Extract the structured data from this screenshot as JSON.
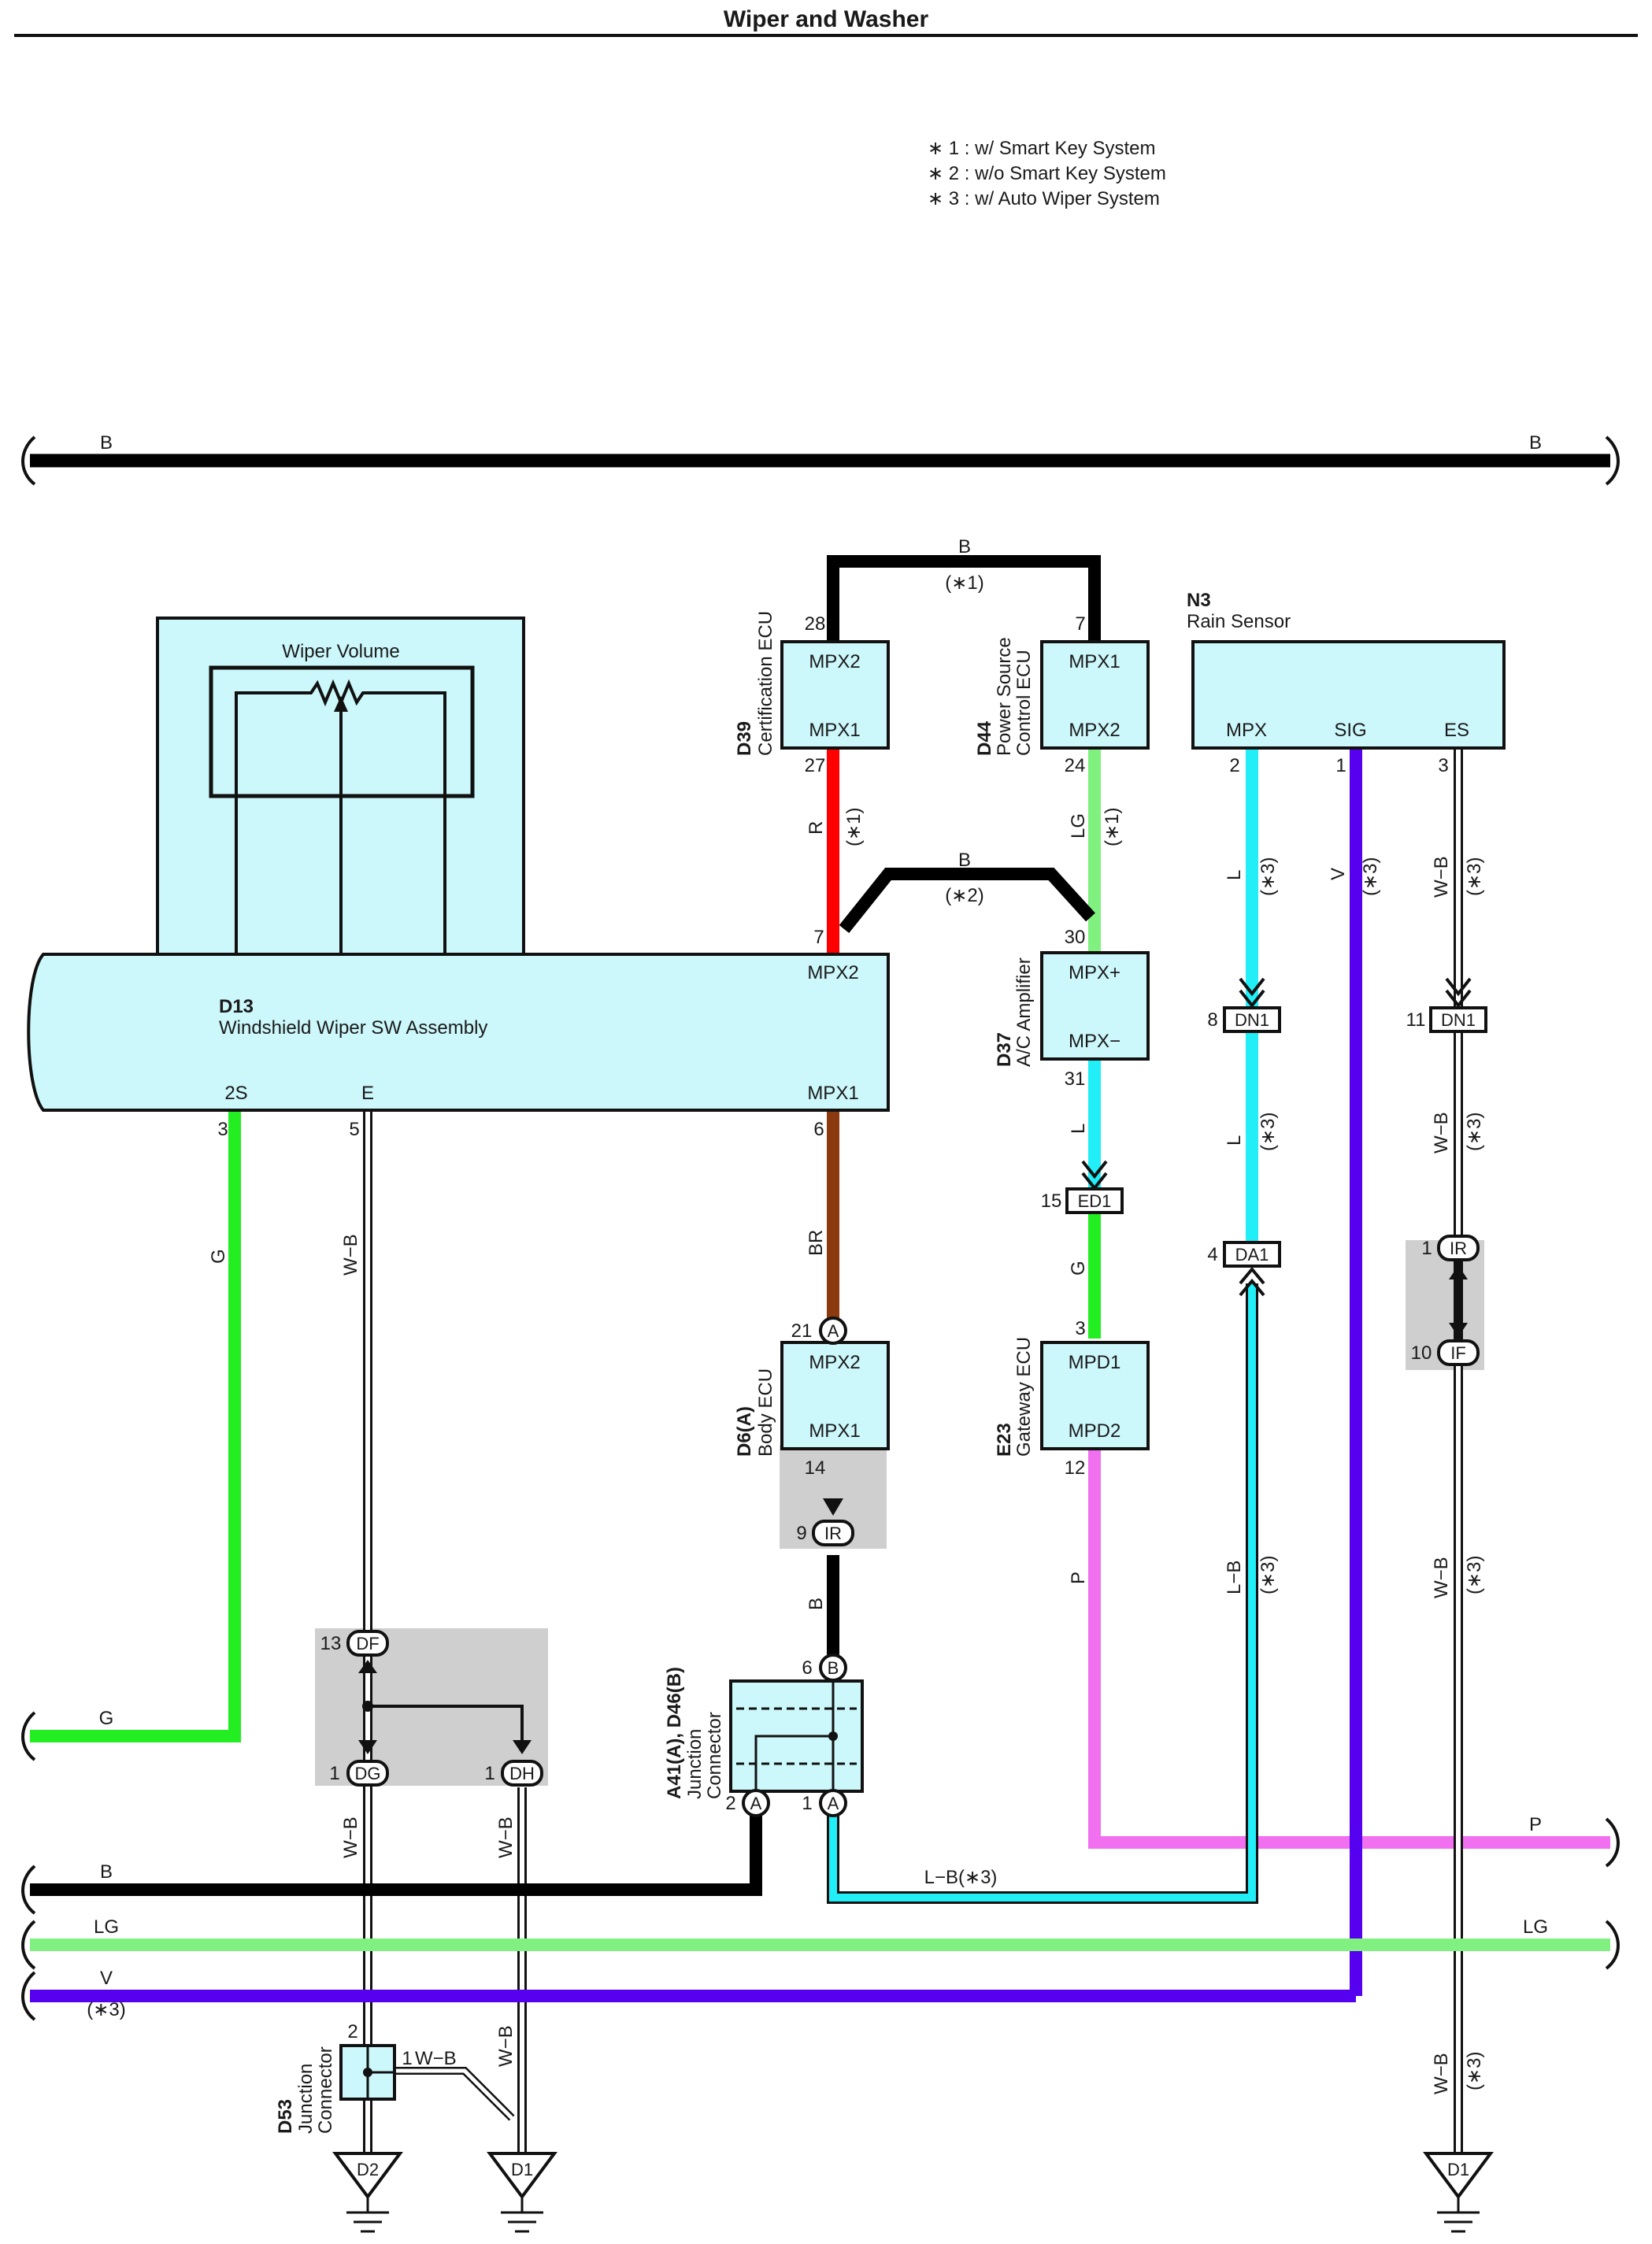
{
  "title": "Wiper and Washer",
  "notes": [
    "∗ 1 : w/ Smart Key System",
    "∗ 2 : w/o Smart Key System",
    "∗ 3 : w/ Auto Wiper System"
  ],
  "colors": {
    "B": "#000000",
    "G": "#22ee22",
    "R": "#ff0000",
    "LG": "#80f080",
    "L": "#22eef8",
    "V": "#5500ee",
    "BR": "#8b3a10",
    "P": "#f070f0",
    "W": "#ffffff",
    "box": "#ccf7fb",
    "shade": "#cfcfcf"
  },
  "bus": {
    "top_b_left": "B",
    "top_b_right": "B",
    "b": "B",
    "lg_left": "LG",
    "lg_right": "LG",
    "v": "V",
    "v_note": "(∗3)",
    "p": "P",
    "g": "G"
  },
  "components": {
    "d13": {
      "id": "D13",
      "name": "Windshield Wiper SW Assembly",
      "volume": "Wiper Volume",
      "pin_2s": "2S",
      "pin_e": "E",
      "pin_mpx2": "MPX2",
      "pin_mpx1": "MPX1"
    },
    "d39": {
      "id": "D39",
      "name": "Certification ECU",
      "t1": "MPX2",
      "t2": "MPX1"
    },
    "d44": {
      "id": "D44",
      "name1": "Power Source",
      "name2": "Control ECU",
      "t1": "MPX1",
      "t2": "MPX2"
    },
    "n3": {
      "id": "N3",
      "name": "Rain Sensor",
      "t1": "MPX",
      "t2": "SIG",
      "t3": "ES"
    },
    "d37": {
      "id": "D37",
      "name": "A/C Amplifier",
      "t1": "MPX+",
      "t2": "MPX−"
    },
    "d6": {
      "id": "D6(A)",
      "name": "Body ECU",
      "t1": "MPX2",
      "t2": "MPX1"
    },
    "e23": {
      "id": "E23",
      "name": "Gateway ECU",
      "t1": "MPD1",
      "t2": "MPD2"
    },
    "a41": {
      "id": "A41(A), D46(B)",
      "name1": "Junction",
      "name2": "Connector"
    },
    "d53": {
      "id": "D53",
      "name1": "Junction",
      "name2": "Connector"
    }
  },
  "wires": {
    "top_b": "B",
    "top_b_note": "(∗1)",
    "mid_b": "B",
    "mid_b_note": "(∗2)",
    "r": "R",
    "r_note": "(∗1)",
    "lg": "LG",
    "lg_note": "(∗1)",
    "l_n3": "L",
    "v_n3": "V",
    "wb_n3": "W−B",
    "note3": "(∗3)",
    "l_d37": "L",
    "g_e23": "G",
    "br": "BR",
    "b_d6": "B",
    "p_e23": "P",
    "lb_vert": "L−B",
    "lb_horiz": "L−B(∗3)",
    "g_d13": "G",
    "wb": "W−B",
    "wb_d53": "W−B"
  },
  "pins": {
    "p28": "28",
    "p27": "27",
    "p7a": "7",
    "p24": "24",
    "p7b": "7",
    "p30": "30",
    "p31": "31",
    "p2": "2",
    "p1": "1",
    "p3": "3",
    "p8": "8",
    "p11": "11",
    "p4": "4",
    "p1ir": "1",
    "p10": "10",
    "p15": "15",
    "p3e": "3",
    "p12": "12",
    "p6": "6",
    "p21": "21",
    "p14": "14",
    "p9": "9",
    "p6b": "6",
    "p2a": "2",
    "p1a": "1",
    "p3d": "3",
    "p5d": "5",
    "p13": "13",
    "p1dg": "1",
    "p1dh": "1",
    "p2d53": "2",
    "p1d53": "1"
  },
  "connectors": {
    "dn1a": "DN1",
    "dn1b": "DN1",
    "da1": "DA1",
    "ed1": "ED1",
    "ir1": "IR",
    "if1": "IF",
    "ir2": "IR",
    "df": "DF",
    "dg": "DG",
    "dh": "DH",
    "a": "A",
    "b": "B",
    "a2": "A",
    "a3": "A"
  },
  "grounds": {
    "d2": "D2",
    "d1a": "D1",
    "d1b": "D1"
  }
}
